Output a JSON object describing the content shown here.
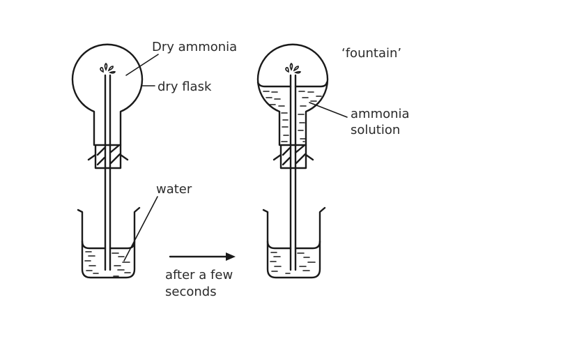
{
  "labels": {
    "dry_ammonia": "Dry ammonia",
    "dry_flask": "dry flask",
    "water": "water",
    "fountain": "‘fountain’",
    "ammonia_solution_line1": "ammonia",
    "ammonia_solution_line2": "solution",
    "arrow_caption_line1": "after a few",
    "arrow_caption_line2": "seconds"
  },
  "colors": {
    "ink": "#1a1a1a",
    "background": "#ffffff"
  }
}
